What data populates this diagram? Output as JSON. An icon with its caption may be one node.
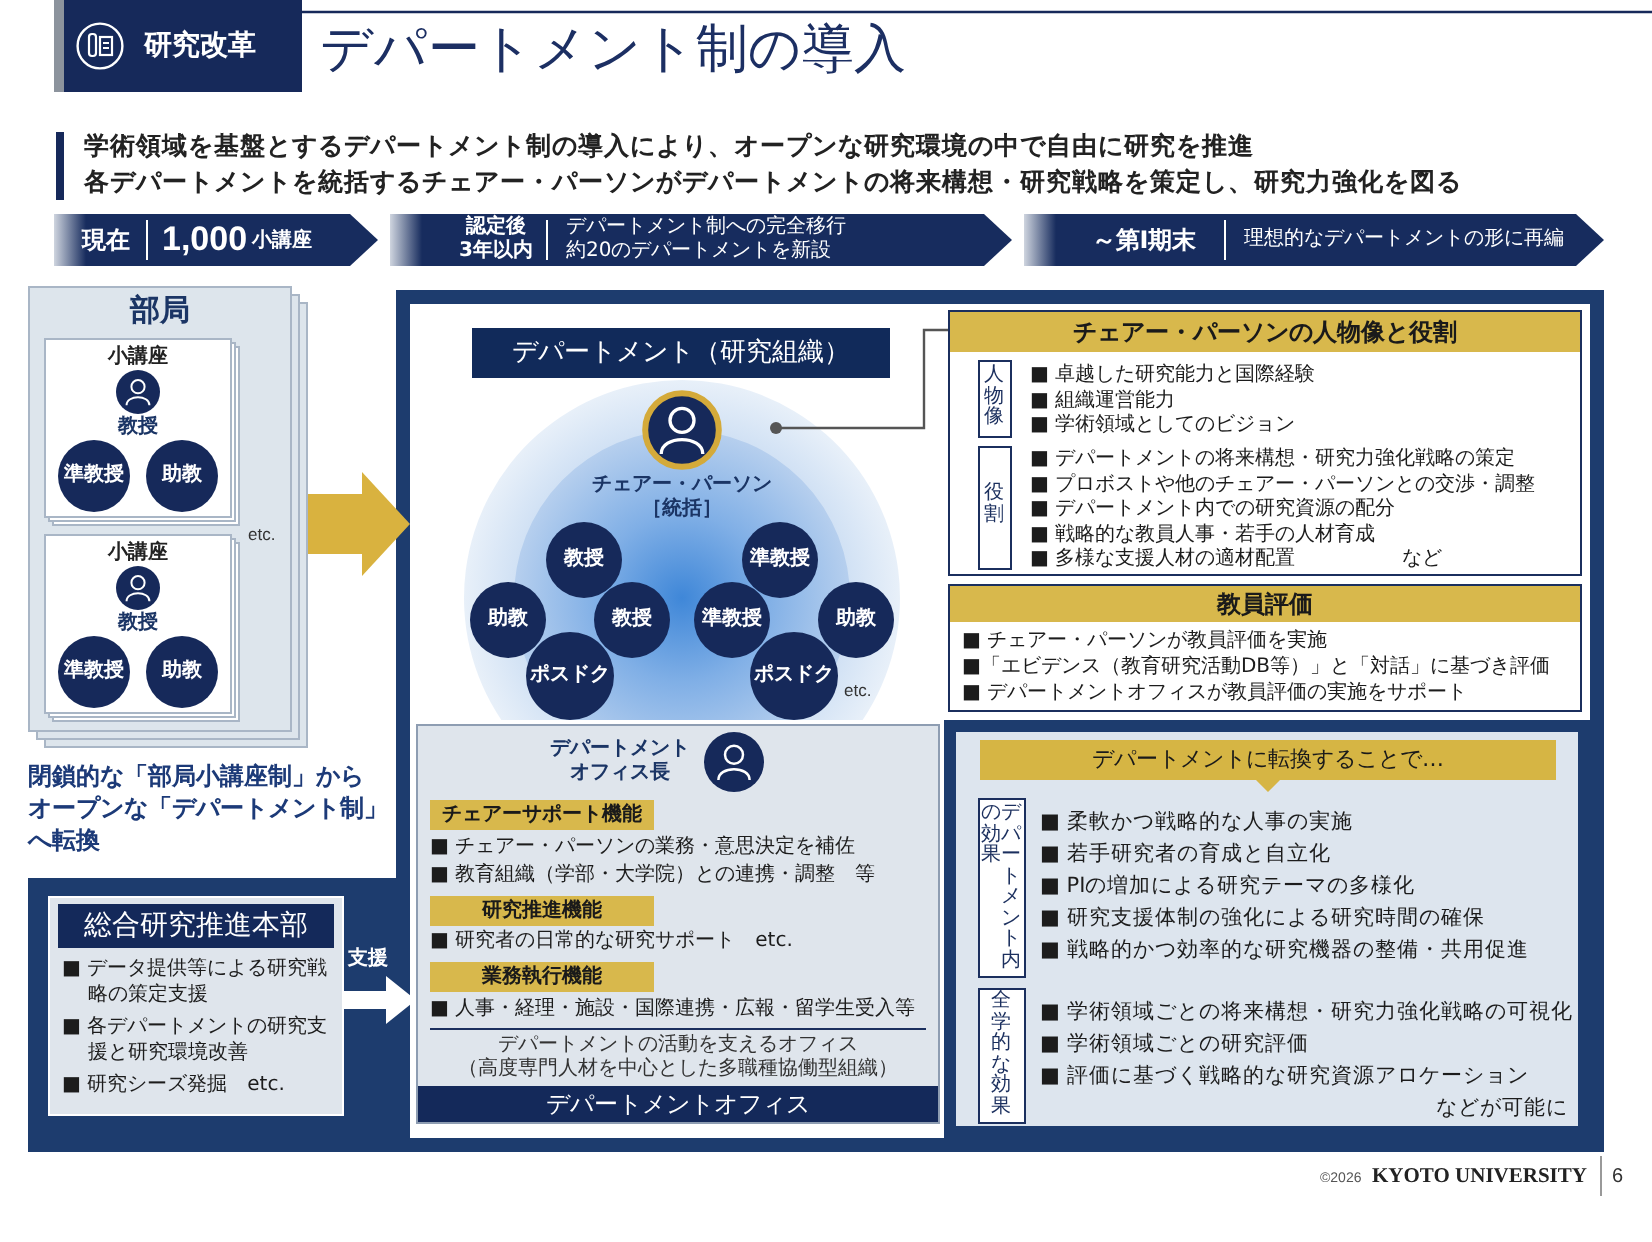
{
  "diagram": {
    "title": "デパートメント制の導入",
    "nodes": [
      {
        "text": [
          "研究改革"
        ]
      },
      {
        "text": [
          "現在",
          "1,000",
          "小講座"
        ]
      },
      {
        "text": [
          "認定後",
          "3年以内",
          "デパートメント制への完全移行",
          "約20のデパートメントを新設"
        ]
      },
      {
        "text": [
          "～第Ⅰ期末",
          "理想的なデパートメントの形に再編"
        ]
      },
      {
        "text": [
          "部局",
          "etc."
        ]
      },
      {
        "text": [
          "小講座"
        ],
        "in": 4
      },
      {
        "text": [
          "教授"
        ],
        "in": 5
      },
      {
        "text": [
          "準教授"
        ],
        "in": 5
      },
      {
        "text": [
          "助教"
        ],
        "in": 5
      },
      {
        "text": [
          "小講座"
        ],
        "in": 4
      },
      {
        "text": [
          "教授"
        ],
        "in": 9
      },
      {
        "text": [
          "準教授"
        ],
        "in": 9
      },
      {
        "text": [
          "助教"
        ],
        "in": 9
      },
      {
        "text": [],
        "shape": "box"
      },
      {
        "text": [
          "デパートメント（研究組織）"
        ],
        "in": 13
      },
      {
        "text": [
          "etc."
        ],
        "in": 13
      },
      {
        "text": [
          "チェアー・パーソン［統括］"
        ],
        "in": 15
      },
      {
        "text": [
          "教授"
        ],
        "in": 15
      },
      {
        "text": [
          "準教授"
        ],
        "in": 15
      },
      {
        "text": [
          "助教"
        ],
        "in": 15
      },
      {
        "text": [
          "教授"
        ],
        "in": 15
      },
      {
        "text": [
          "準教授"
        ],
        "in": 15
      },
      {
        "text": [
          "助教"
        ],
        "in": 15
      },
      {
        "text": [
          "ポスドク"
        ],
        "in": 15
      },
      {
        "text": [
          "ポスドク"
        ],
        "in": 15
      },
      {
        "text": [
          "チェアー・パーソンの人物像と役割",
          "■ 卓越した研究能力と国際経験",
          "■ 組織運営能力",
          "■ 学術領域としてのビジョン",
          "■ デパートメントの将来構想・研究力強化戦略の策定",
          "■ プロボストや他のチェアー・パーソンとの交渉・調整",
          "■ デパートメント内での研究資源の配分",
          "■ 戦略的な教員人事・若手の人材育成",
          "■ 多様な支援人材の適材配置",
          "など"
        ],
        "in": 13
      },
      {
        "text": [
          "人物像"
        ],
        "in": 25
      },
      {
        "text": [
          "役割"
        ],
        "in": 25
      },
      {
        "text": [
          "教員評価",
          "■ チェアー・パーソンが教員評価を実施",
          "■「エビデンス（教育研究活動DB等）」と「対話」に基づき評価",
          "■ デパートメントオフィスが教員評価の実施をサポート"
        ],
        "in": 13
      },
      {
        "text": [
          "■ チェアー・パーソンの業務・意思決定を補佐",
          "■ 教育組織（学部・大学院）との連携・調整　等",
          "■ 研究者の日常的な研究サポート　etc.",
          "■ 人事・経理・施設・国際連携・広報・留学生受入等",
          "デパートメントの活動を支えるオフィス（高度専門人材を中心とした多職種協働型組織）",
          "デパートメントオフィス"
        ],
        "in": 13
      },
      {
        "text": [
          "デパートメントオフィス長"
        ],
        "in": 29
      },
      {
        "text": [
          "チェアーサポート機能"
        ],
        "in": 29
      },
      {
        "text": [
          "研究推進機能"
        ],
        "in": 29
      },
      {
        "text": [
          "業務執行機能"
        ],
        "in": 29
      },
      {
        "text": [
          "総合研究推進本部",
          "■ データ提供等による研究戦略の策定支援",
          "■ 各デパートメントの研究支援と研究環境改善",
          "■ 研究シーズ発掘　etc."
        ]
      },
      {
        "text": [
          "■ 柔軟かつ戦略的な人事の実施",
          "■ 若手研究者の育成と自立化",
          "■ PIの増加による研究テーマの多様化",
          "■ 研究支援体制の強化による研究時間の確保",
          "■ 戦略的かつ効率的な研究機器の整備・共用促進",
          "■ 学術領域ごとの将来構想・研究力強化戦略の可視化",
          "■ 学術領域ごとの研究評価",
          "■ 評価に基づく戦略的な研究資源アロケーション",
          "などが可能に"
        ],
        "in": 13
      },
      {
        "text": [
          "デパートメントに転換することで…"
        ],
        "in": 35
      },
      {
        "text": [
          "デパートメント内の効果"
        ],
        "in": 35
      },
      {
        "text": [
          "全学的な効果"
        ],
        "in": 35
      }
    ],
    "edges": [
      {
        "from": 4,
        "to": 13,
        "arrow": "to",
        "style": "thick",
        "color": "#d9b23f"
      },
      {
        "from": 16,
        "to": 25,
        "arrow": "other",
        "color": "#555555"
      },
      {
        "from": 34,
        "to": 29,
        "arrow": "to",
        "label": "支援",
        "color": "#ffffff"
      }
    ],
    "labels": [
      "学術領域を基盤とするデパートメント制の導入により、オープンな研究環境の中で自由に研究を推進",
      "各デパートメントを統括するチェアー・パーソンがデパートメントの将来構想・研究戦略を策定し、研究力強化を図る",
      "閉鎖的な「部局小講座制」からオープンな「デパートメント制」へ転換",
      "©2026",
      "KYOTO UNIVERSITY",
      "6"
    ]
  }
}
